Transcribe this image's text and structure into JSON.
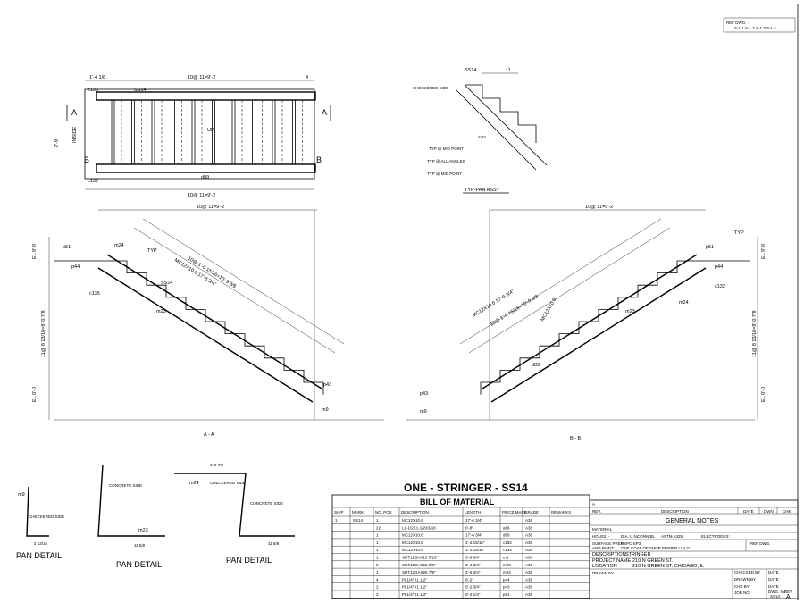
{
  "ref_box": {
    "label": "REF DWG. -",
    "value": "S-1.1,S-1.2,S-1.3,S-1.4"
  },
  "plan": {
    "dim_top": "10@ 11=9'-2",
    "dim_bottom": "10@ 11=9'-2",
    "left_dim": "1'-4 1/8",
    "right_dim": "4",
    "mark_top": "SS14",
    "mark_bottom": "d89",
    "mark_left_top": "c135",
    "mark_left_bottom": "c132",
    "inside": "INSIDE",
    "width": "2'-9",
    "section_a": "A",
    "section_b": "B",
    "up": "UP"
  },
  "pan_assy": {
    "title": "TYP-PAN ASSY",
    "checkered": "CHECKERED SIDE",
    "mark": "SS14",
    "typ_mid": "TYP @ MID POINT",
    "typ_angles": "TYP @ ALL ANGLES",
    "typ_mid2": "TYP @ MID POINT",
    "dim": "11",
    "m23": "m23"
  },
  "section_aa": {
    "label": "A - A",
    "dim_top": "10@ 11=9'-2",
    "stringer": "MC12X10.6 17'-6 3/4\"",
    "slope": "10@ 1'-0 15/16=10'-9 3/8",
    "mark": "SS14",
    "p51": "p51",
    "p44": "p44",
    "m24": "m24",
    "c135": "c135",
    "m23": "m23",
    "m9": "m9",
    "p43": "p43",
    "elev_top": "EL 9'-9",
    "elev_bottom": "EL 0'-0",
    "height": "11@ 8 13/16=8'-0 7/8",
    "typ": "TYP"
  },
  "section_bb": {
    "label": "B - B",
    "dim_top": "10@ 11=9'-2",
    "stringer": "MC12X10.6 17'-6 3/4\"",
    "slope": "10@ 1'-0 15/16=10'-9 3/8",
    "mark": "MC12X10.6",
    "p51": "p51",
    "p44": "p44",
    "m24": "m24",
    "c132": "c132",
    "m23": "m23",
    "m9": "m9",
    "p43": "p43",
    "d89": "d89",
    "elev_top": "EL 9'-9",
    "elev_bottom": "EL 0'-0",
    "height": "11@ 8 13/16=8'-0 7/8",
    "typ": "TYP"
  },
  "pan_details": [
    {
      "title": "PAN DETAIL",
      "note": "CHECKERED SIDE",
      "mark": "m9",
      "dim": "2 13/16"
    },
    {
      "title": "PAN DETAIL",
      "note": "CONCRETE SIDE",
      "mark": "m23",
      "dim": "11 5/8"
    },
    {
      "title": "PAN DETAIL",
      "note": "CHECKERED SIDE",
      "note2": "CONCRETE SIDE",
      "mark": "m24",
      "dim": "11 5/8",
      "dim2": "1'-2 7/8"
    }
  ],
  "main_title": "ONE - STRINGER - SS14",
  "bom": {
    "title": "BILL OF MATERIAL",
    "headers": [
      "SHIP",
      "MARK",
      "NO. PCS",
      "DESCRIPTION",
      "LENGTH",
      "PIECE MARK",
      "GRADE",
      "REMARKS"
    ],
    "rows": [
      [
        "1",
        "SS14",
        "1",
        "MC12X10.6",
        "17'-6 3/4\"",
        "",
        "A36",
        ""
      ],
      [
        "",
        "",
        "22",
        "L1-1/2X1-1/2X3/16",
        "0'-8\"",
        "a16",
        "A36",
        ""
      ],
      [
        "",
        "",
        "1",
        "MC12X10.6",
        "17'-6 3/4\"",
        "d89",
        "A36",
        ""
      ],
      [
        "",
        "",
        "1",
        "MC12X10.6",
        "1'-2 15/16\"",
        "c132",
        "A36",
        ""
      ],
      [
        "",
        "",
        "1",
        "MC12X10.6",
        "1'-2 15/16\"",
        "c135",
        "A36",
        ""
      ],
      [
        "",
        "",
        "1",
        "SHT12GAX10 5/16\"",
        "3'-6 3/4\"",
        "m9",
        "A36",
        ""
      ],
      [
        "",
        "",
        "9",
        "SHT12GAX22 5/8\"",
        "3'-6 3/4\"",
        "m23",
        "A36",
        ""
      ],
      [
        "",
        "",
        "1",
        "SHT12GAX26 7/8\"",
        "3'-6 3/4\"",
        "m24",
        "A36",
        ""
      ],
      [
        "",
        "",
        "4",
        "PL1/4\"X1 1/2\"",
        "0'-2\"",
        "p44",
        "A36",
        ""
      ],
      [
        "",
        "",
        "2",
        "PL1/4\"X1 1/2\"",
        "0'-2 3/4\"",
        "p43",
        "A36",
        ""
      ],
      [
        "",
        "",
        "2",
        "PL1/4\"X1 1/2\"",
        "0'-2 1/4\"",
        "p51",
        "A36",
        ""
      ]
    ]
  },
  "title_block": {
    "rev_a": "A",
    "rev": "REV.",
    "description": "DESCRIPTION",
    "date": "DATE",
    "dwn": "DWN",
    "chk": "CHK",
    "general_notes": "GENERAL NOTES",
    "material": "MATERIAL",
    "holes": "HOLES: -",
    "dia_unl": "DIA. U.N.",
    "conn_bolts": "CONN BL",
    "astm": "ASTM A325",
    "electrodes": "ELECTRODES:",
    "surface_prep": "SURFACE PREP:",
    "surface_prep_val": "SSPC-SP3",
    "and_paint": "AND PAINT:",
    "paint_val": "ONE COAT OF SHOP PRIMER U.N.O.",
    "ref_dwg": "REF DWG.",
    "description_label": "DESCRIPTION",
    "description_val": "STRINGER",
    "project_label": "PROJECT NAME",
    "project_val": "210 N GREEN ST.",
    "location_label": "LOCATION",
    "location_val": "210 N GREEN ST. CHICAGO, IL",
    "drawn_by": "DRAWN BY",
    "checked_by": "CHECKED BY",
    "date1": "DATE",
    "drawn_by2": "DRAWN BY",
    "date2": "DATE",
    "chk_by": "CHK BY",
    "date3": "DATE",
    "job_no": "JOB NO.",
    "dwg_no": "DWG. No.",
    "dwg_val": "SS14",
    "rev_label": "REV",
    "rev_val": "A"
  }
}
